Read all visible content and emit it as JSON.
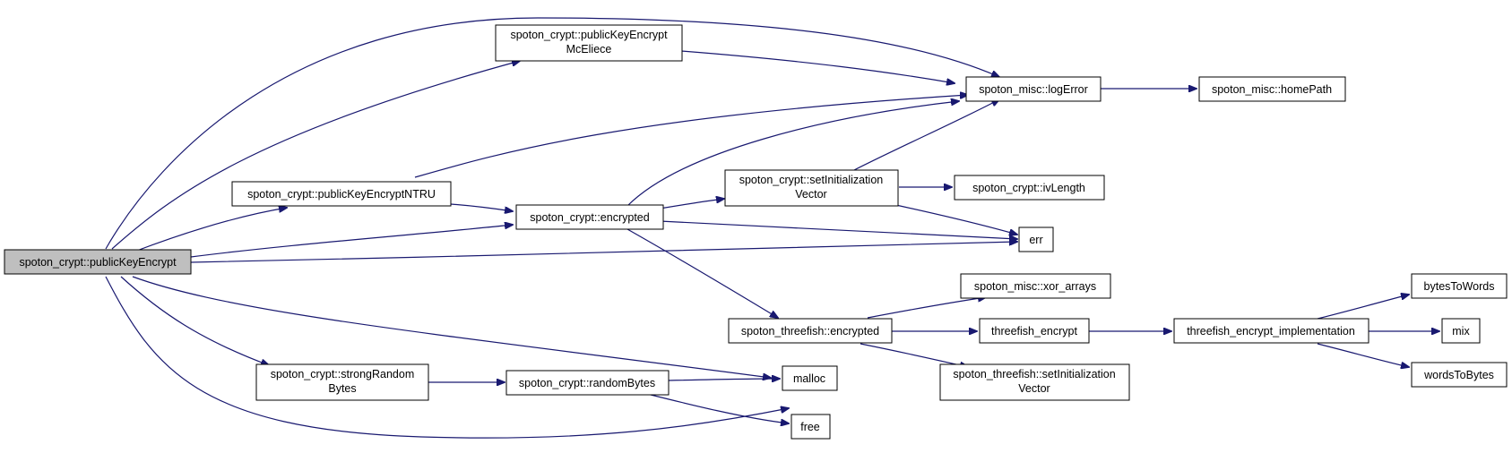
{
  "nodes": {
    "root": "spoton_crypt::publicKeyEncrypt",
    "mceliece_1": "spoton_crypt::publicKeyEncrypt",
    "mceliece_2": "McEliece",
    "ntru": "spoton_crypt::publicKeyEncryptNTRU",
    "encrypted": "spoton_crypt::encrypted",
    "logerror": "spoton_misc::logError",
    "homepath": "spoton_misc::homePath",
    "setiv_1": "spoton_crypt::setInitialization",
    "setiv_2": "Vector",
    "ivlength": "spoton_crypt::ivLength",
    "err": "err",
    "xor_arrays": "spoton_misc::xor_arrays",
    "tf_encrypted": "spoton_threefish::encrypted",
    "tf_encrypt": "threefish_encrypt",
    "tf_impl": "threefish_encrypt_implementation",
    "bytestowords": "bytesToWords",
    "mix": "mix",
    "wordstobytes": "wordsToBytes",
    "tf_setiv_1": "spoton_threefish::setInitialization",
    "tf_setiv_2": "Vector",
    "strongrandom_1": "spoton_crypt::strongRandom",
    "strongrandom_2": "Bytes",
    "randombytes": "spoton_crypt::randomBytes",
    "malloc": "malloc",
    "free": "free"
  },
  "edges": [
    [
      "root",
      "logerror"
    ],
    [
      "root",
      "mceliece"
    ],
    [
      "root",
      "ntru"
    ],
    [
      "root",
      "encrypted"
    ],
    [
      "root",
      "err"
    ],
    [
      "root",
      "malloc"
    ],
    [
      "root",
      "strongrandom"
    ],
    [
      "root",
      "free"
    ],
    [
      "mceliece",
      "logerror"
    ],
    [
      "ntru",
      "logerror"
    ],
    [
      "ntru",
      "encrypted"
    ],
    [
      "encrypted",
      "logerror"
    ],
    [
      "encrypted",
      "setiv"
    ],
    [
      "encrypted",
      "err"
    ],
    [
      "encrypted",
      "tf_encrypted"
    ],
    [
      "setiv",
      "logerror"
    ],
    [
      "setiv",
      "ivlength"
    ],
    [
      "setiv",
      "err"
    ],
    [
      "logerror",
      "homepath"
    ],
    [
      "tf_encrypted",
      "xor_arrays"
    ],
    [
      "tf_encrypted",
      "tf_encrypt"
    ],
    [
      "tf_encrypted",
      "tf_setiv"
    ],
    [
      "tf_encrypt",
      "tf_impl"
    ],
    [
      "tf_impl",
      "bytestowords"
    ],
    [
      "tf_impl",
      "mix"
    ],
    [
      "tf_impl",
      "wordstobytes"
    ],
    [
      "strongrandom",
      "randombytes"
    ],
    [
      "randombytes",
      "malloc"
    ],
    [
      "randombytes",
      "free"
    ]
  ],
  "colors": {
    "edge": "#191970",
    "node_border": "#000000",
    "root_fill": "#bfbfbf",
    "node_fill": "#ffffff"
  }
}
